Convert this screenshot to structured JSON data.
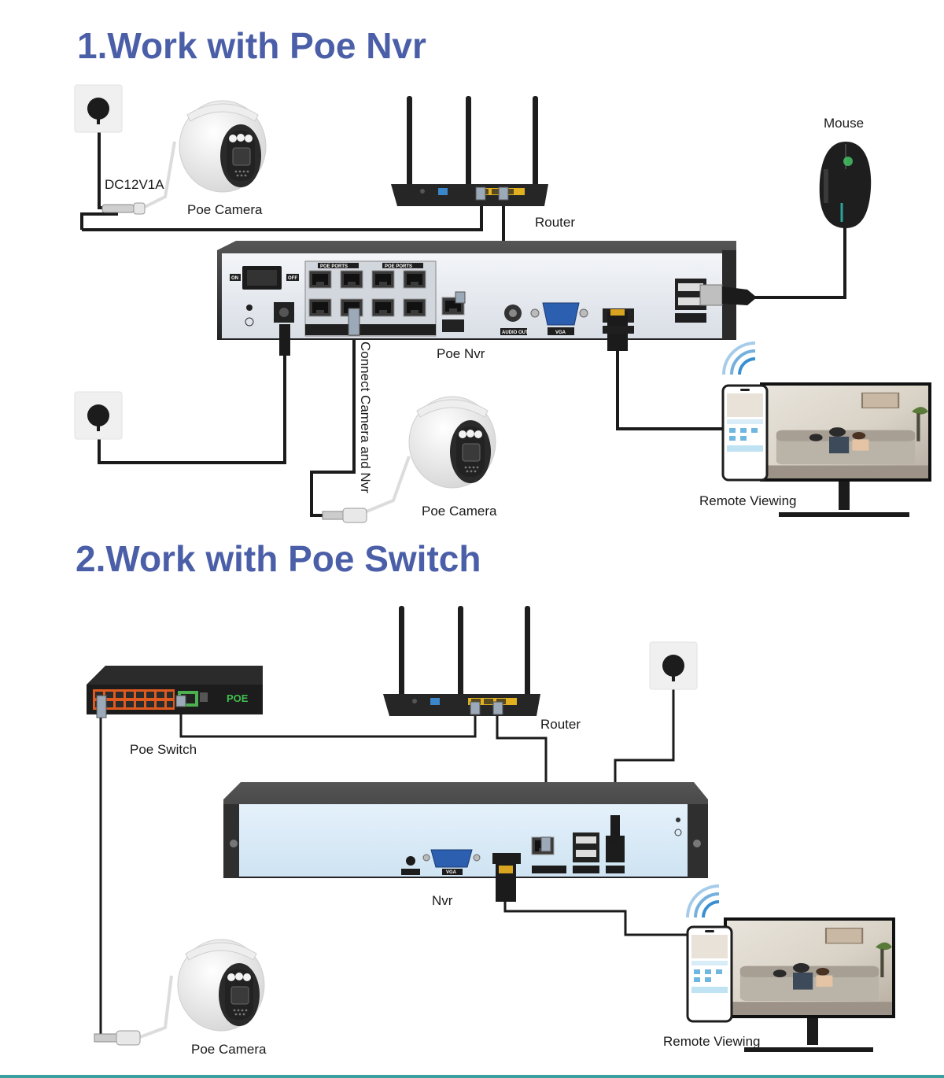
{
  "section1": {
    "title": "1.Work with Poe Nvr",
    "labels": {
      "power_rating": "DC12V1A",
      "camera_top": "Poe Camera",
      "router": "Router",
      "mouse": "Mouse",
      "nvr": "Poe Nvr",
      "connect": "Connect Camera and Nvr",
      "camera_bottom": "Poe Camera",
      "remote": "Remote Viewing"
    },
    "nvr_panel": {
      "on": "ON",
      "off": "OFF",
      "poe_ports_1": "POE PORTS",
      "poe_ports_2": "POE PORTS",
      "audio_out": "AUDIO OUT",
      "vga": "VGA"
    }
  },
  "section2": {
    "title": "2.Work with Poe Switch",
    "labels": {
      "poe_switch": "Poe Switch",
      "router": "Router",
      "nvr": "Nvr",
      "camera": "Poe Camera",
      "remote": "Remote Viewing"
    },
    "switch_badge": "POE",
    "nvr_panel": {
      "vga": "VGA"
    }
  },
  "colors": {
    "title": "#4b5fa8",
    "cable": "#1b1b1b",
    "device_dark": "#2b2b2b",
    "nvr_face": "#e8ecf2",
    "nvr2_face": "#dcecf8",
    "outlet": "#f0f0f0",
    "port_yellow": "#e0b020",
    "port_blue": "#3a86c8",
    "switch_orange": "#e05a20",
    "wifi": "#3a8fd0"
  },
  "icons": [
    "power-outlet-icon",
    "dome-camera-icon",
    "router-icon",
    "mouse-icon",
    "nvr-icon",
    "poe-switch-icon",
    "monitor-icon",
    "smartphone-icon",
    "wifi-icon"
  ]
}
